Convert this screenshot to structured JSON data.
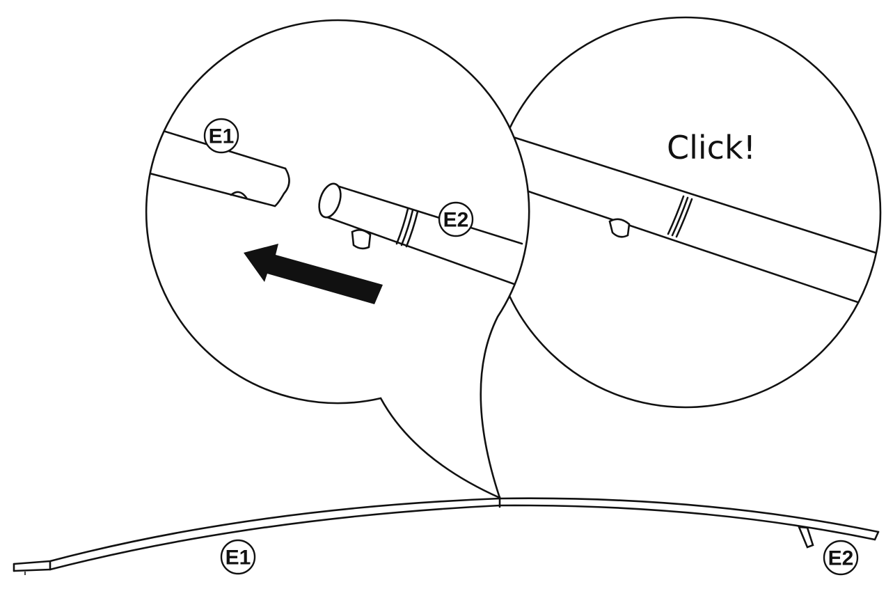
{
  "labels": {
    "detail_tube_left": "E1",
    "detail_tube_right": "E2",
    "pole_left": "E1",
    "pole_right": "E2"
  },
  "detail_caption": "Click!",
  "icons": {
    "direction_arrow": "arrow-left-icon"
  }
}
